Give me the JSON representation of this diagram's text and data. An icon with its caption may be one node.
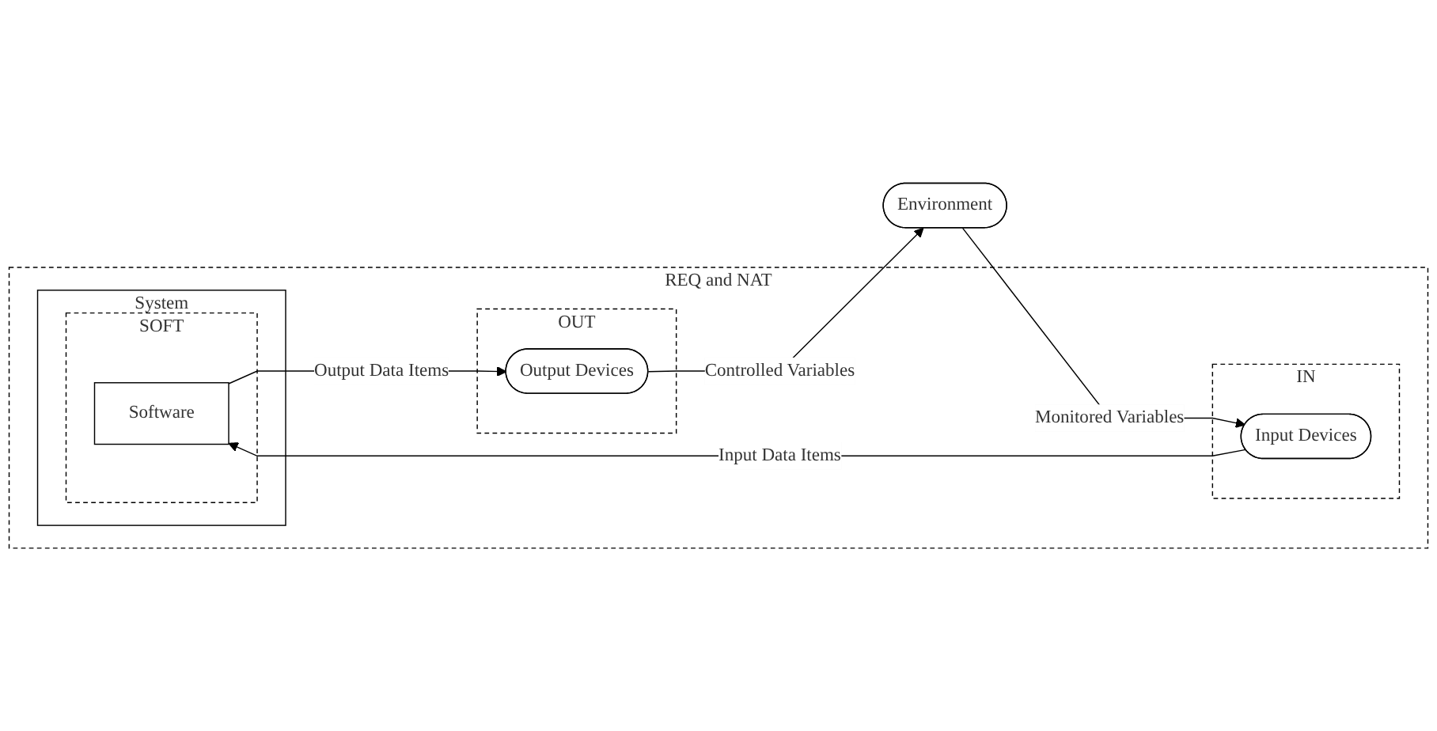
{
  "diagram": {
    "nodes": [
      {
        "text": [
          "REQ and NAT"
        ]
      },
      {
        "text": [
          "System"
        ],
        "in": 0
      },
      {
        "text": [
          "IN"
        ],
        "in": 0
      },
      {
        "text": [
          "Input Devices"
        ],
        "in": 2
      },
      {
        "text": [
          "OUT"
        ],
        "in": 0
      },
      {
        "text": [
          "Output Devices"
        ],
        "in": 4
      },
      {
        "text": [
          "SOFT"
        ],
        "in": 1
      },
      {
        "text": [
          "Software"
        ],
        "in": 6
      },
      {
        "text": [
          "Environment"
        ]
      }
    ],
    "edges": [
      {
        "from": 8,
        "to": 3,
        "arrow": "to",
        "label": "Monitored Variables"
      },
      {
        "from": 3,
        "to": 7,
        "arrow": "to",
        "label": "Input Data Items"
      },
      {
        "from": 7,
        "to": 5,
        "arrow": "to",
        "label": "Output Data Items"
      },
      {
        "from": 5,
        "to": 8,
        "arrow": "to",
        "label": "Controlled Variables"
      }
    ]
  }
}
